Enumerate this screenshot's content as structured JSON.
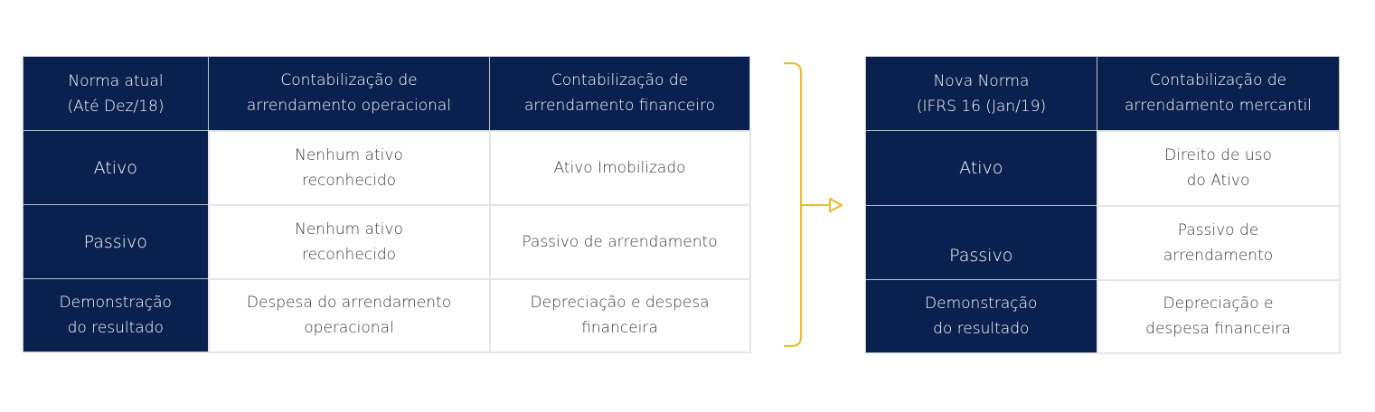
{
  "colors": {
    "header_bg": "#0a2150",
    "header_text": "#ffffff",
    "cell_text": "#3a3a3a",
    "connector": "#e8bf3a"
  },
  "left_table": {
    "header": [
      "Norma atual\n(Até Dez/18)",
      "Contabilização de\narrendamento operacional",
      "Contabilização de\narrendamento financeiro"
    ],
    "rows": [
      {
        "label": "Ativo",
        "operacional": "Nenhum ativo\nreconhecido",
        "financeiro": "Ativo Imobilizado"
      },
      {
        "label": "Passivo",
        "operacional": "Nenhum ativo\nreconhecido",
        "financeiro": "Passivo de arrendamento"
      },
      {
        "label": "Demonstração\ndo resultado",
        "operacional": "Despesa do arrendamento\noperacional",
        "financeiro": "Depreciação e despesa\nfinanceira"
      }
    ]
  },
  "connector": {
    "type": "bracket-arrow",
    "direction": "right"
  },
  "right_table": {
    "header": [
      "Nova Norma\n(IFRS 16 (Jan/19)",
      "Contabilização de\narrendamento mercantil"
    ],
    "rows": [
      {
        "label": "Ativo",
        "mercantil": "Direito de uso\ndo Ativo"
      },
      {
        "label": "Passivo",
        "mercantil": "Passivo de\narrendamento"
      },
      {
        "label": "Demonstração\ndo resultado",
        "mercantil": "Depreciação e\ndespesa financeira"
      }
    ]
  }
}
